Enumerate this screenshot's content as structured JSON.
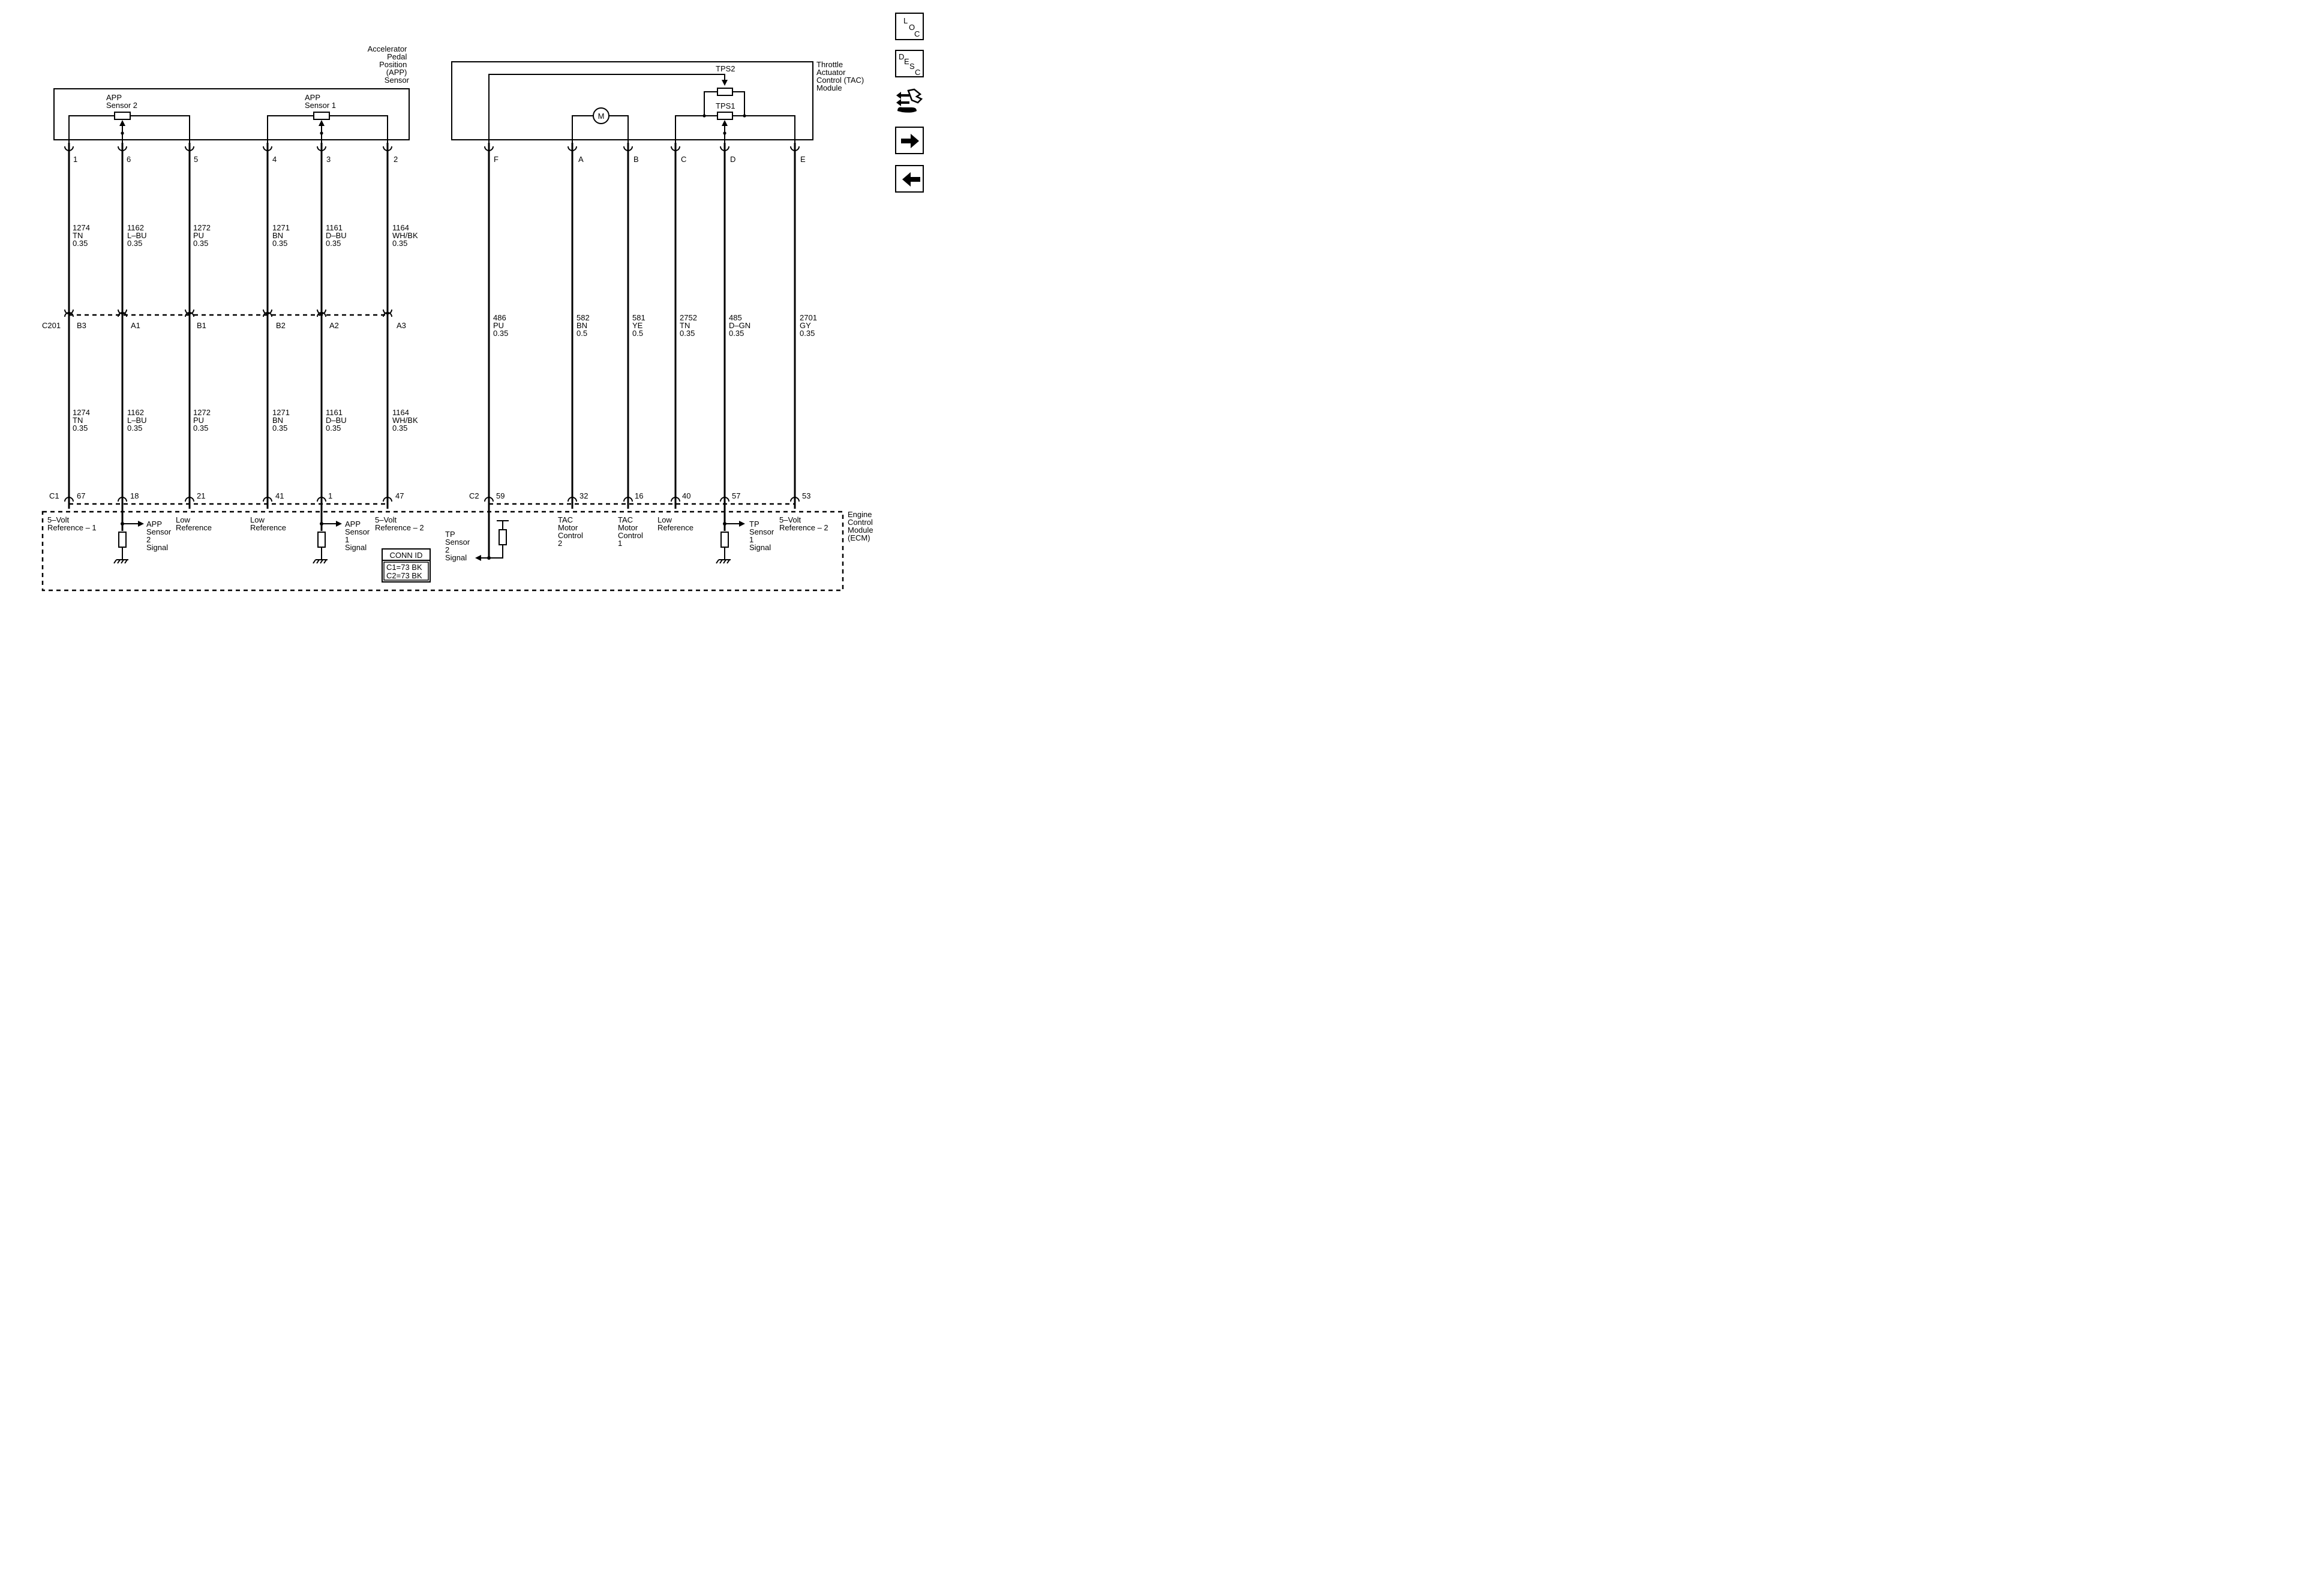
{
  "components": {
    "app_sensor": [
      "Accelerator",
      "Pedal",
      "Position",
      "(APP)",
      "Sensor"
    ],
    "app_sensor2": [
      "APP",
      "Sensor 2"
    ],
    "app_sensor1": [
      "APP",
      "Sensor 1"
    ],
    "tac_module": [
      "Throttle",
      "Actuator",
      "Control (TAC)",
      "Module"
    ],
    "tps2": "TPS2",
    "tps1": "TPS1",
    "motor": "M",
    "ecm": [
      "Engine",
      "Control",
      "Module",
      "(ECM)"
    ]
  },
  "connectors": {
    "c201": "C201",
    "c1": "C1",
    "c2": "C2"
  },
  "left_circuits": [
    {
      "top_pin": "1",
      "wire_upper": [
        "1274",
        "TN",
        "0.35"
      ],
      "c201_pin": "B3",
      "wire_lower": [
        "1274",
        "TN",
        "0.35"
      ],
      "ecm_pin": "67",
      "ecm_label": [
        "5–Volt",
        "Reference – 1"
      ]
    },
    {
      "top_pin": "6",
      "wire_upper": [
        "1162",
        "L–BU",
        "0.35"
      ],
      "c201_pin": "A1",
      "wire_lower": [
        "1162",
        "L–BU",
        "0.35"
      ],
      "ecm_pin": "18",
      "ecm_label": [
        "APP",
        "Sensor",
        "2",
        "Signal"
      ]
    },
    {
      "top_pin": "5",
      "wire_upper": [
        "1272",
        "PU",
        "0.35"
      ],
      "c201_pin": "B1",
      "wire_lower": [
        "1272",
        "PU",
        "0.35"
      ],
      "ecm_pin": "21",
      "ecm_label": [
        "Low",
        "Reference"
      ]
    },
    {
      "top_pin": "4",
      "wire_upper": [
        "1271",
        "BN",
        "0.35"
      ],
      "c201_pin": "B2",
      "wire_lower": [
        "1271",
        "BN",
        "0.35"
      ],
      "ecm_pin": "41",
      "ecm_label": [
        "Low",
        "Reference"
      ]
    },
    {
      "top_pin": "3",
      "wire_upper": [
        "1161",
        "D–BU",
        "0.35"
      ],
      "c201_pin": "A2",
      "wire_lower": [
        "1161",
        "D–BU",
        "0.35"
      ],
      "ecm_pin": "1",
      "ecm_label": [
        "APP",
        "Sensor",
        "1",
        "Signal"
      ]
    },
    {
      "top_pin": "2",
      "wire_upper": [
        "1164",
        "WH/BK",
        "0.35"
      ],
      "c201_pin": "A3",
      "wire_lower": [
        "1164",
        "WH/BK",
        "0.35"
      ],
      "ecm_pin": "47",
      "ecm_label": [
        "5–Volt",
        "Reference – 2"
      ]
    }
  ],
  "right_circuits": [
    {
      "top_pin": "F",
      "wire": [
        "486",
        "PU",
        "0.35"
      ],
      "ecm_pin": "59",
      "ecm_label": [
        "TP",
        "Sensor",
        "2",
        "Signal"
      ]
    },
    {
      "top_pin": "A",
      "wire": [
        "582",
        "BN",
        "0.5"
      ],
      "ecm_pin": "32",
      "ecm_label": [
        "TAC",
        "Motor",
        "Control",
        "2"
      ]
    },
    {
      "top_pin": "B",
      "wire": [
        "581",
        "YE",
        "0.5"
      ],
      "ecm_pin": "16",
      "ecm_label": [
        "TAC",
        "Motor",
        "Control",
        "1"
      ]
    },
    {
      "top_pin": "C",
      "wire": [
        "2752",
        "TN",
        "0.35"
      ],
      "ecm_pin": "40",
      "ecm_label": [
        "Low",
        "Reference"
      ]
    },
    {
      "top_pin": "D",
      "wire": [
        "485",
        "D–GN",
        "0.35"
      ],
      "ecm_pin": "57",
      "ecm_label": [
        "TP",
        "Sensor",
        "1",
        "Signal"
      ]
    },
    {
      "top_pin": "E",
      "wire": [
        "2701",
        "GY",
        "0.35"
      ],
      "ecm_pin": "53",
      "ecm_label": [
        "5–Volt",
        "Reference – 2"
      ]
    }
  ],
  "conn_id": {
    "title": "CONN ID",
    "lines": [
      "C1=73 BK",
      "C2=73 BK"
    ]
  },
  "sidebar": {
    "loc": [
      "L",
      "O",
      "C"
    ],
    "desc": [
      "D",
      "E",
      "S",
      "C"
    ],
    "icons": [
      "connector-repair-icon",
      "next-arrow-icon",
      "previous-arrow-icon"
    ]
  }
}
